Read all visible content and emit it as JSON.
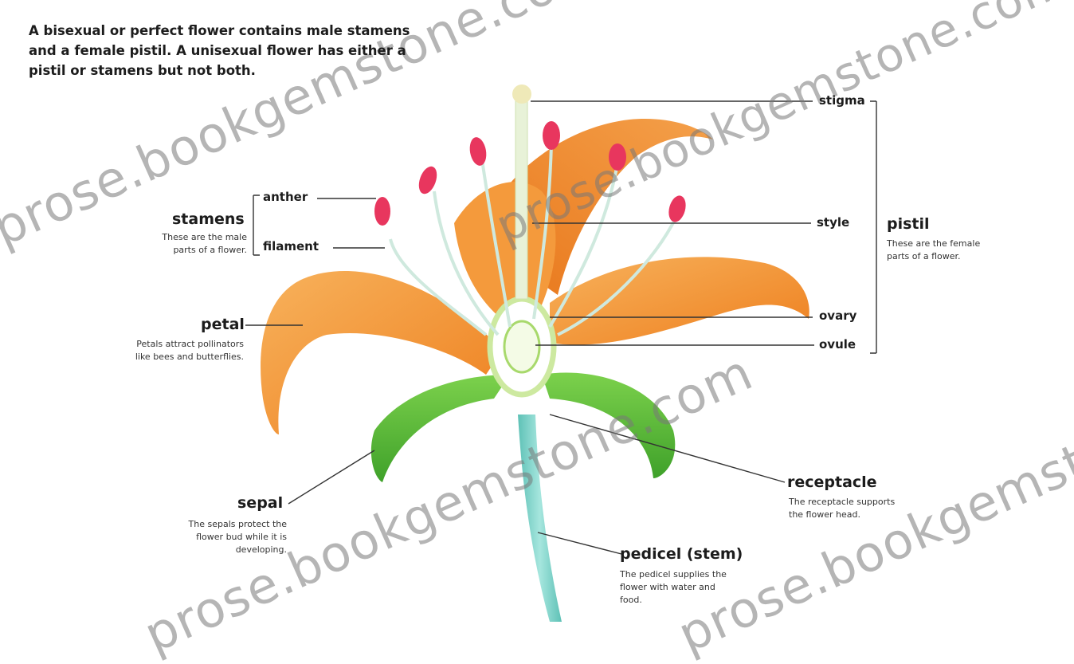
{
  "intro": {
    "line1": "A bisexual or perfect flower contains male stamens",
    "line2": "and a female pistil. A unisexual flower has either a",
    "line3": "pistil or stamens but not both."
  },
  "labels": {
    "stamens": "stamens",
    "stamens_desc_1": "These are the male",
    "stamens_desc_2": "parts of a flower.",
    "anther": "anther",
    "filament": "filament",
    "petal": "petal",
    "petal_desc_1": "Petals attract pollinators",
    "petal_desc_2": "like bees and butterflies.",
    "sepal": "sepal",
    "sepal_desc_1": "The sepals protect the",
    "sepal_desc_2": "flower bud while it is",
    "sepal_desc_3": "developing.",
    "stigma": "stigma",
    "style": "style",
    "ovary": "ovary",
    "ovule": "ovule",
    "pistil": "pistil",
    "pistil_desc_1": "These are the female",
    "pistil_desc_2": "parts of a flower.",
    "receptacle": "receptacle",
    "receptacle_desc_1": "The receptacle supports",
    "receptacle_desc_2": "the flower head.",
    "pedicel": "pedicel (stem)",
    "pedicel_desc_1": "The pedicel supplies the",
    "pedicel_desc_2": "flower with water and",
    "pedicel_desc_3": "food."
  },
  "watermark": "prose.bookgemstone.com",
  "colors": {
    "petal": "#f08a2a",
    "petal_light": "#f7b25c",
    "sepal": "#5fbf3a",
    "stem": "#7fd3c8",
    "anther": "#e8365e",
    "line": "#333333"
  }
}
